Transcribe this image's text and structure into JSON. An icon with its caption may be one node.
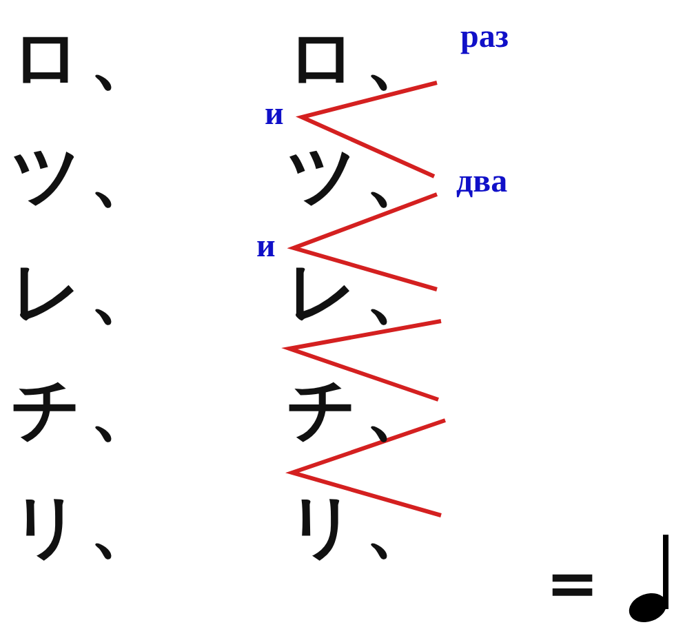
{
  "diagram": {
    "labels": [
      "ロ、",
      "ロ、",
      "раз",
      "и",
      "ツ、",
      "ツ、",
      "два",
      "и",
      "レ、",
      "レ、",
      "チ、",
      "チ、",
      "リ、",
      "リ、",
      "="
    ]
  }
}
